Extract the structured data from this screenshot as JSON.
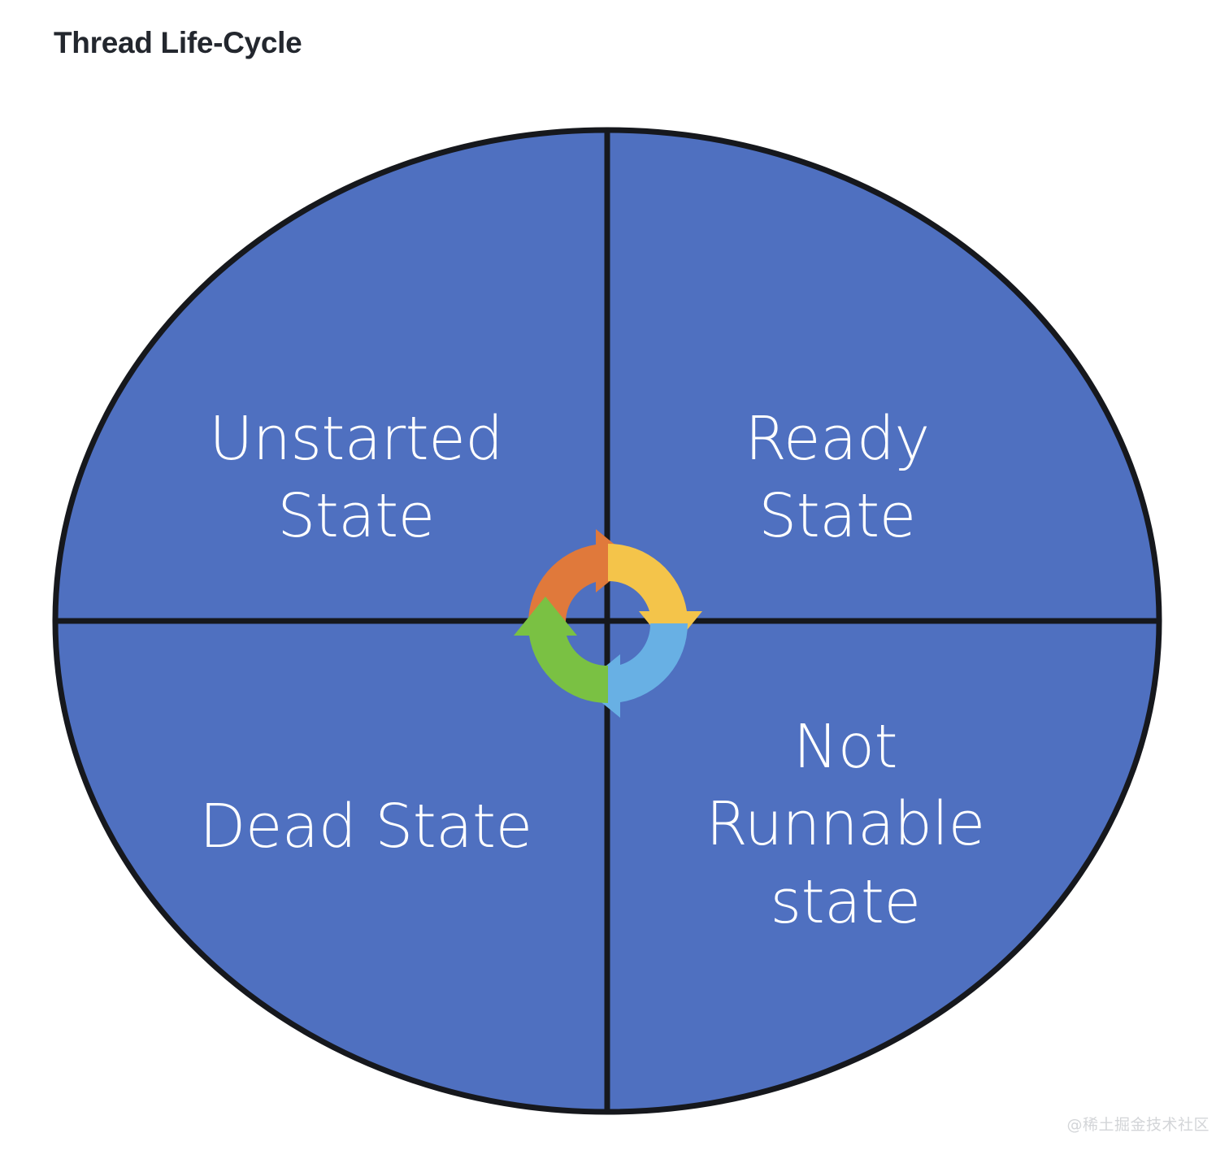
{
  "page": {
    "title": "Thread Life-Cycle",
    "background_color": "#ffffff",
    "title_color": "#23272e"
  },
  "watermark": {
    "text": "@稀土掘金技术社区",
    "color": "#d3d5d8"
  },
  "chart_data": {
    "type": "pie",
    "title": "Thread Life-Cycle",
    "subtitle": "",
    "xlabel": "",
    "ylabel": "",
    "legend_position": "none",
    "grid": false,
    "slice_fill_color": "#4f70c0",
    "slice_stroke_color": "#16181d",
    "slice_label_color": "#ffffff",
    "categories": [
      "Unstarted State",
      "Ready State",
      "Not Runnable state",
      "Dead State"
    ],
    "values": [
      25,
      25,
      25,
      25
    ],
    "slices": [
      {
        "name": "Unstarted State",
        "label": "Unstarted\nState",
        "value": 25,
        "quadrant": "top-left",
        "start_angle": 270,
        "end_angle": 360,
        "color": "#4f70c0"
      },
      {
        "name": "Ready State",
        "label": "Ready\nState",
        "value": 25,
        "quadrant": "top-right",
        "start_angle": 0,
        "end_angle": 90,
        "color": "#4f70c0"
      },
      {
        "name": "Not Runnable state",
        "label": "Not\nRunnable\nstate",
        "value": 25,
        "quadrant": "bottom-right",
        "start_angle": 90,
        "end_angle": 180,
        "color": "#4f70c0"
      },
      {
        "name": "Dead State",
        "label": "Dead State",
        "value": 25,
        "quadrant": "bottom-left",
        "start_angle": 180,
        "end_angle": 270,
        "color": "#4f70c0"
      }
    ],
    "center_icon": {
      "name": "cycle-arrows-icon",
      "direction": "clockwise",
      "segments": [
        {
          "name": "orange-arrow",
          "quadrant": "top-left",
          "color": "#e0793b"
        },
        {
          "name": "yellow-arrow",
          "quadrant": "top-right",
          "color": "#f4c44a"
        },
        {
          "name": "blue-arrow",
          "quadrant": "bottom-right",
          "color": "#68b0e4"
        },
        {
          "name": "green-arrow",
          "quadrant": "bottom-left",
          "color": "#7ac143"
        }
      ]
    }
  }
}
